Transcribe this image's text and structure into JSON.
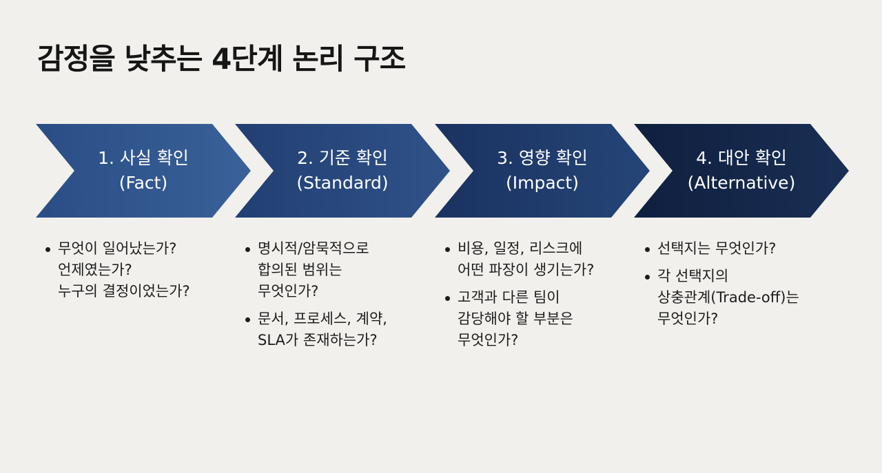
{
  "title": "감정을 낮추는 4단계 논리 구조",
  "colors": {
    "background": "#f1f0ec",
    "step1": [
      "#2a4d85",
      "#3a6199"
    ],
    "step2": [
      "#223f72",
      "#2f5289"
    ],
    "step3": [
      "#1a3260",
      "#254578"
    ],
    "step4": [
      "#0f1f3e",
      "#1a2f55"
    ]
  },
  "steps": [
    {
      "name": "1. 사실 확인",
      "sub": "(Fact)",
      "bullets": [
        "무엇이 일어났는가?\n언제였는가?\n누구의 결정이었는가?"
      ]
    },
    {
      "name": "2. 기준 확인",
      "sub": "(Standard)",
      "bullets": [
        "명시적/암묵적으로\n합의된 범위는\n무엇인가?",
        "문서, 프로세스, 계약,\nSLA가 존재하는가?"
      ]
    },
    {
      "name": "3. 영향 확인",
      "sub": "(Impact)",
      "bullets": [
        "비용, 일정, 리스크에\n어떤 파장이 생기는가?",
        "고객과 다른 팀이\n감당해야 할 부분은\n무엇인가?"
      ]
    },
    {
      "name": "4. 대안 확인",
      "sub": "(Alternative)",
      "bullets": [
        "선택지는 무엇인가?",
        "각 선택지의\n상충관계(Trade-off)는\n무엇인가?"
      ]
    }
  ]
}
